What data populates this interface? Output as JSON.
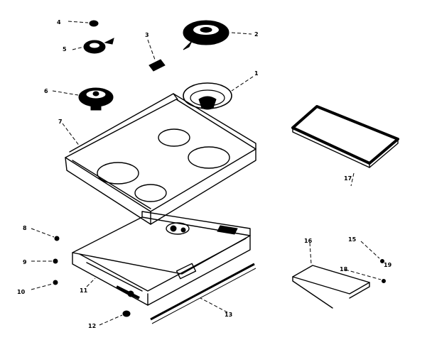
{
  "diagram": {
    "callouts": [
      {
        "id": "c1",
        "label": "1"
      },
      {
        "id": "c2",
        "label": "2"
      },
      {
        "id": "c3",
        "label": "3"
      },
      {
        "id": "c4",
        "label": "4"
      },
      {
        "id": "c5",
        "label": "5"
      },
      {
        "id": "c6",
        "label": "6"
      },
      {
        "id": "c7",
        "label": "7"
      },
      {
        "id": "c8",
        "label": "8"
      },
      {
        "id": "c9",
        "label": "9"
      },
      {
        "id": "c10",
        "label": "10"
      },
      {
        "id": "c11",
        "label": "11"
      },
      {
        "id": "c12",
        "label": "12"
      },
      {
        "id": "c13",
        "label": "13"
      },
      {
        "id": "c15",
        "label": "15"
      },
      {
        "id": "c16",
        "label": "16"
      },
      {
        "id": "c17",
        "label": "17"
      },
      {
        "id": "c18",
        "label": "18"
      },
      {
        "id": "c19",
        "label": "19"
      }
    ]
  }
}
